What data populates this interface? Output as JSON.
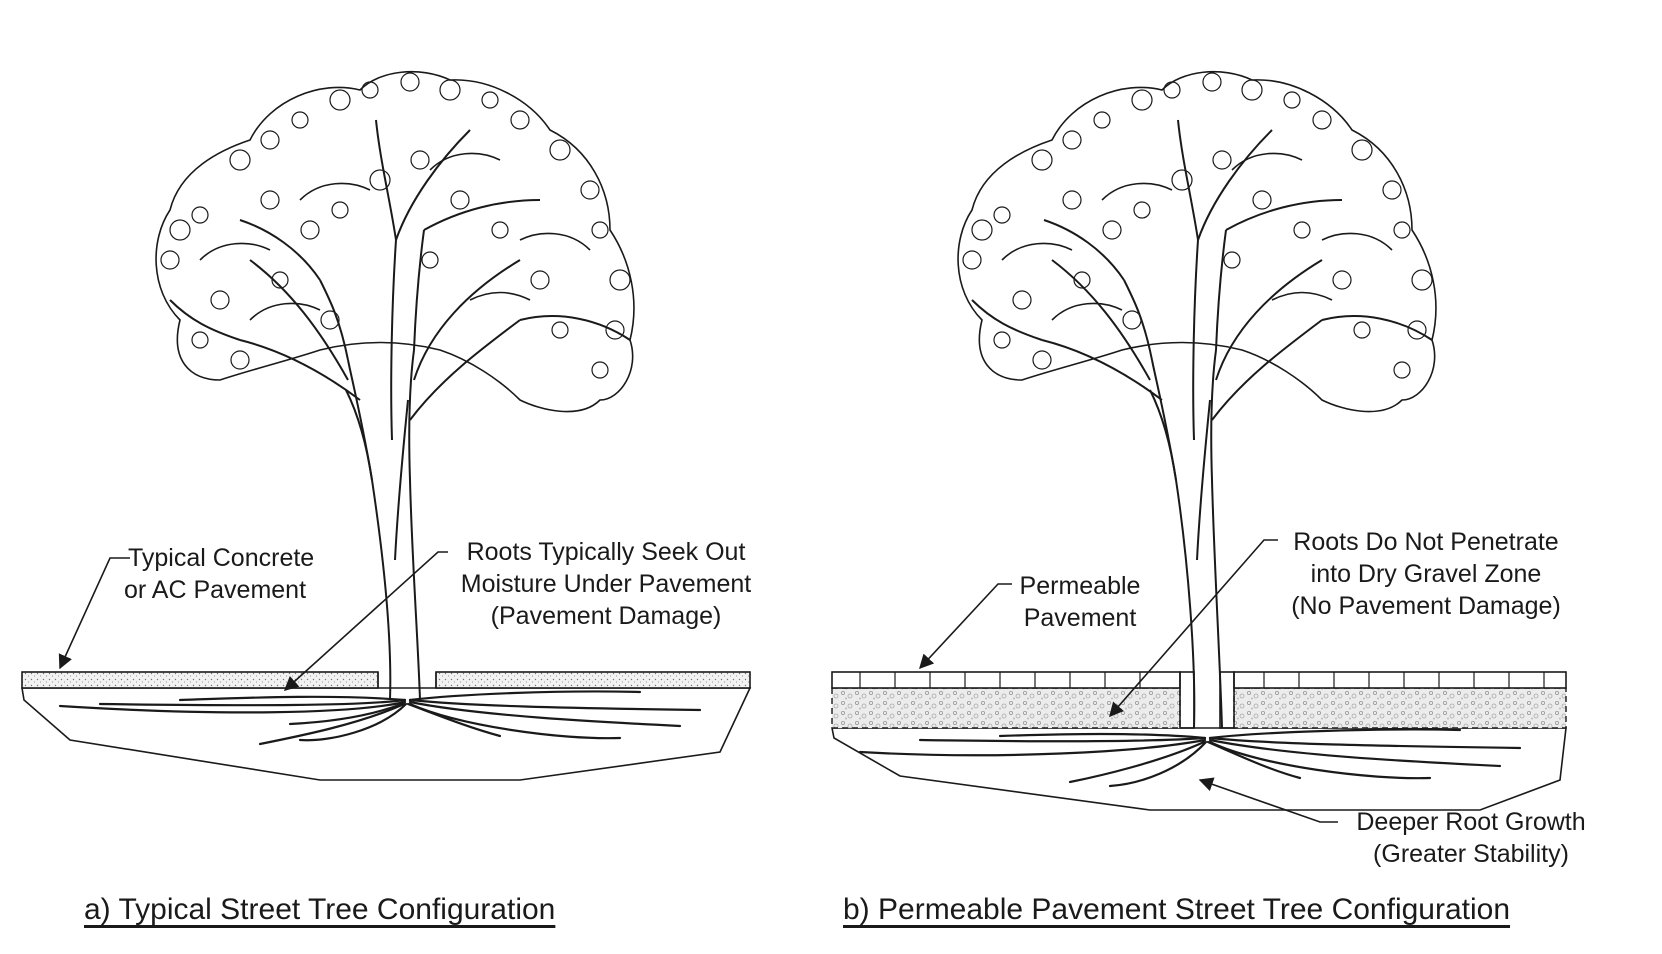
{
  "panel_a": {
    "caption": "a) Typical Street Tree Configuration",
    "pavement_label": [
      "Typical Concrete",
      "or AC Pavement"
    ],
    "roots_label": [
      "Roots Typically Seek Out",
      "Moisture Under Pavement",
      "(Pavement Damage)"
    ]
  },
  "panel_b": {
    "caption": "b) Permeable Pavement Street Tree Configuration",
    "pavement_label": [
      "Permeable",
      "Pavement"
    ],
    "roots_label": [
      "Roots Do Not Penetrate",
      "into Dry Gravel Zone",
      "(No Pavement Damage)"
    ],
    "deep_label": [
      "Deeper Root Growth",
      "(Greater Stability)"
    ]
  },
  "colors": {
    "ink": "#1a1a1a",
    "background": "#ffffff",
    "gravel": "#e6e6e6"
  }
}
